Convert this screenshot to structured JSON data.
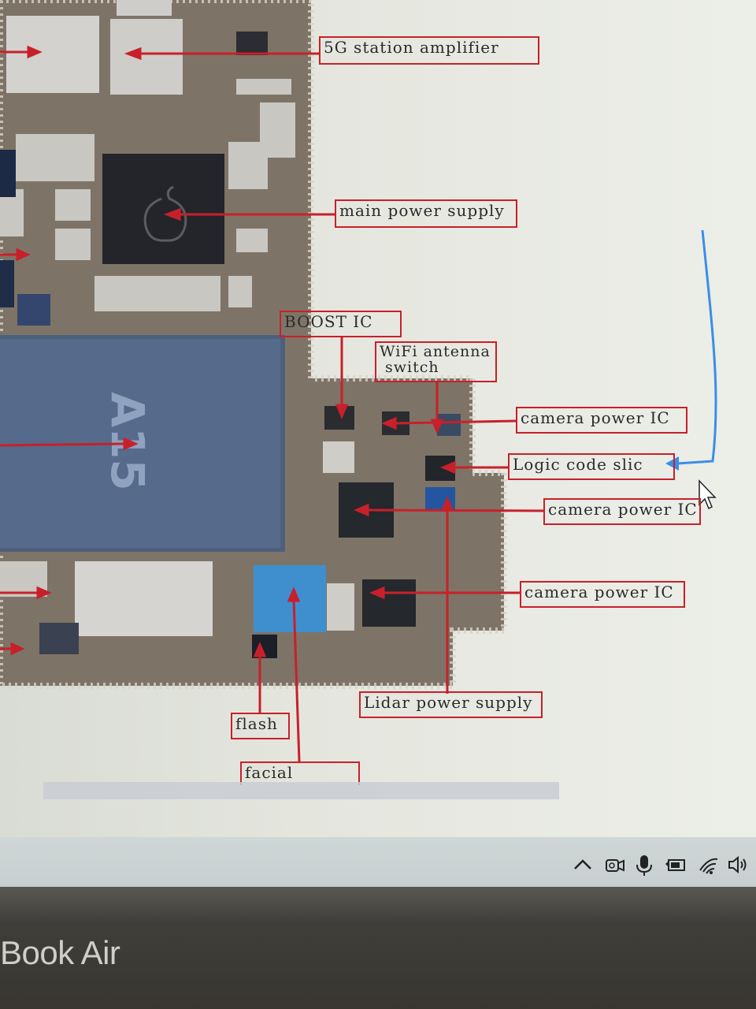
{
  "diagram": {
    "labels": [
      {
        "id": "5g",
        "text": "5G station amplifier"
      },
      {
        "id": "main-power",
        "text": "main power supply"
      },
      {
        "id": "boost",
        "text": "BOOST IC"
      },
      {
        "id": "wifi",
        "text": "WiFi antenna\n switch"
      },
      {
        "id": "cam1",
        "text": "camera power IC"
      },
      {
        "id": "logic",
        "text": "Logic code slic"
      },
      {
        "id": "cam2",
        "text": "camera power IC"
      },
      {
        "id": "cam3",
        "text": "camera power IC"
      },
      {
        "id": "lidar",
        "text": "Lidar power supply"
      },
      {
        "id": "flash",
        "text": "flash"
      },
      {
        "id": "facial",
        "text": "facial"
      }
    ],
    "chip_text": "A15",
    "colors": {
      "annotation_red": "#c8202a",
      "pen_blue": "#3a8ee8",
      "pcb": "#7a7264"
    }
  },
  "taskbar": {
    "icons": [
      "chevron-up-icon",
      "camera-icon",
      "microphone-icon",
      "battery-icon",
      "wifi-icon",
      "speaker-icon"
    ]
  },
  "bezel": {
    "brand": "Book Air"
  }
}
